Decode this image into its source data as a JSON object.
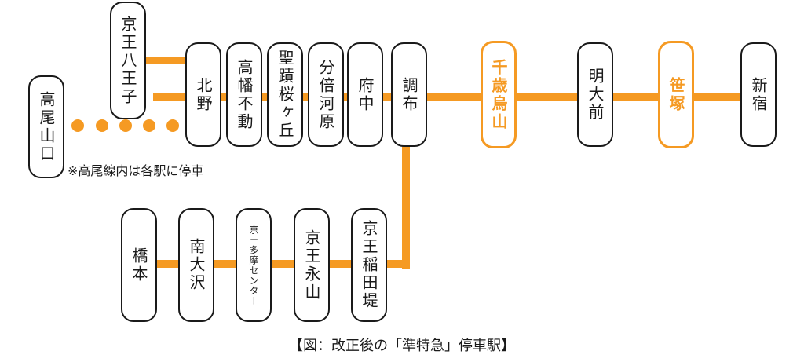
{
  "stations": [
    {
      "id": "shinjuku",
      "label": "新宿",
      "highlight": false
    },
    {
      "id": "sasazuka",
      "label": "笹塚",
      "highlight": true
    },
    {
      "id": "meidaimae",
      "label": "明大前",
      "highlight": false
    },
    {
      "id": "chitosekarasuyama",
      "label": "千歳烏山",
      "highlight": true
    },
    {
      "id": "chofu",
      "label": "調布",
      "highlight": false
    },
    {
      "id": "fuchu",
      "label": "府中",
      "highlight": false
    },
    {
      "id": "bubaigawara",
      "label": "分倍河原",
      "highlight": false
    },
    {
      "id": "seisekisakuragaoka",
      "label": "聖蹟桜ヶ丘",
      "highlight": false
    },
    {
      "id": "takahatafudo",
      "label": "高幡不動",
      "highlight": false
    },
    {
      "id": "kitano",
      "label": "北野",
      "highlight": false
    },
    {
      "id": "keiohachioji",
      "label": "京王八王子",
      "highlight": false
    },
    {
      "id": "takaosanguchi",
      "label": "高尾山口",
      "highlight": false
    },
    {
      "id": "keioinadazutsumi",
      "label": "京王稲田堤",
      "highlight": false
    },
    {
      "id": "keionagayama",
      "label": "京王永山",
      "highlight": false
    },
    {
      "id": "keiotamacenter",
      "label": "京王多摩センター",
      "highlight": false
    },
    {
      "id": "minamiosawa",
      "label": "南大沢",
      "highlight": false
    },
    {
      "id": "hashimoto",
      "label": "橋本",
      "highlight": false
    }
  ],
  "note": "※高尾線内は各駅に停車",
  "caption": "【図：改正後の「準特急」停車駅】",
  "colors": {
    "line": "#f59a23",
    "highlight": "#f59a23",
    "border": "#1a1a1a"
  }
}
